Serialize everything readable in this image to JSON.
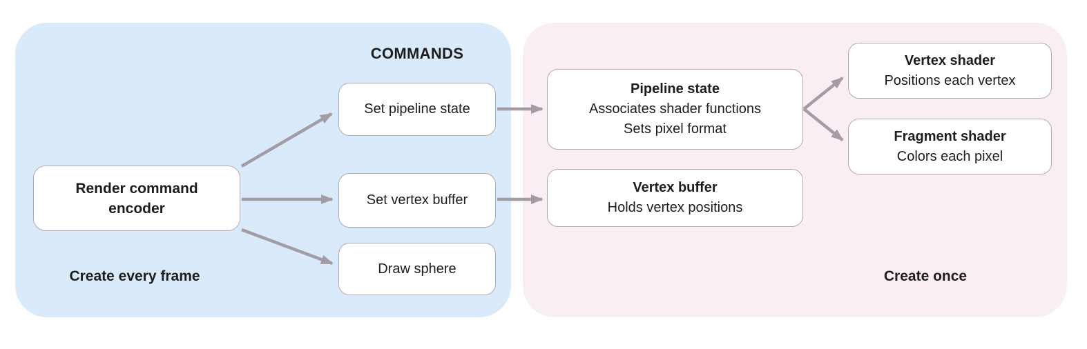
{
  "panels": {
    "every_frame": {
      "header": "COMMANDS",
      "label": "Create every frame"
    },
    "once": {
      "label": "Create once"
    }
  },
  "nodes": {
    "encoder": {
      "line1": "Render command",
      "line2": "encoder"
    },
    "commands": {
      "set_pipeline_state": "Set pipeline state",
      "set_vertex_buffer": "Set vertex buffer",
      "draw_sphere": "Draw sphere"
    },
    "pipeline_state": {
      "title": "Pipeline state",
      "line1": "Associates shader functions",
      "line2": "Sets pixel format"
    },
    "vertex_buffer": {
      "title": "Vertex buffer",
      "line1": "Holds vertex positions"
    },
    "vertex_shader": {
      "title": "Vertex shader",
      "line1": "Positions each vertex"
    },
    "fragment_shader": {
      "title": "Fragment shader",
      "line1": "Colors each pixel"
    }
  },
  "colors": {
    "page-bg": "#ffffff",
    "panel-blue": "#d9ebfa",
    "panel-pink": "#faeef5",
    "node-bg": "#ffffff",
    "node-border": "#b1a9b1",
    "arrow": "#a49ca4",
    "text": "#1d1d1f"
  }
}
